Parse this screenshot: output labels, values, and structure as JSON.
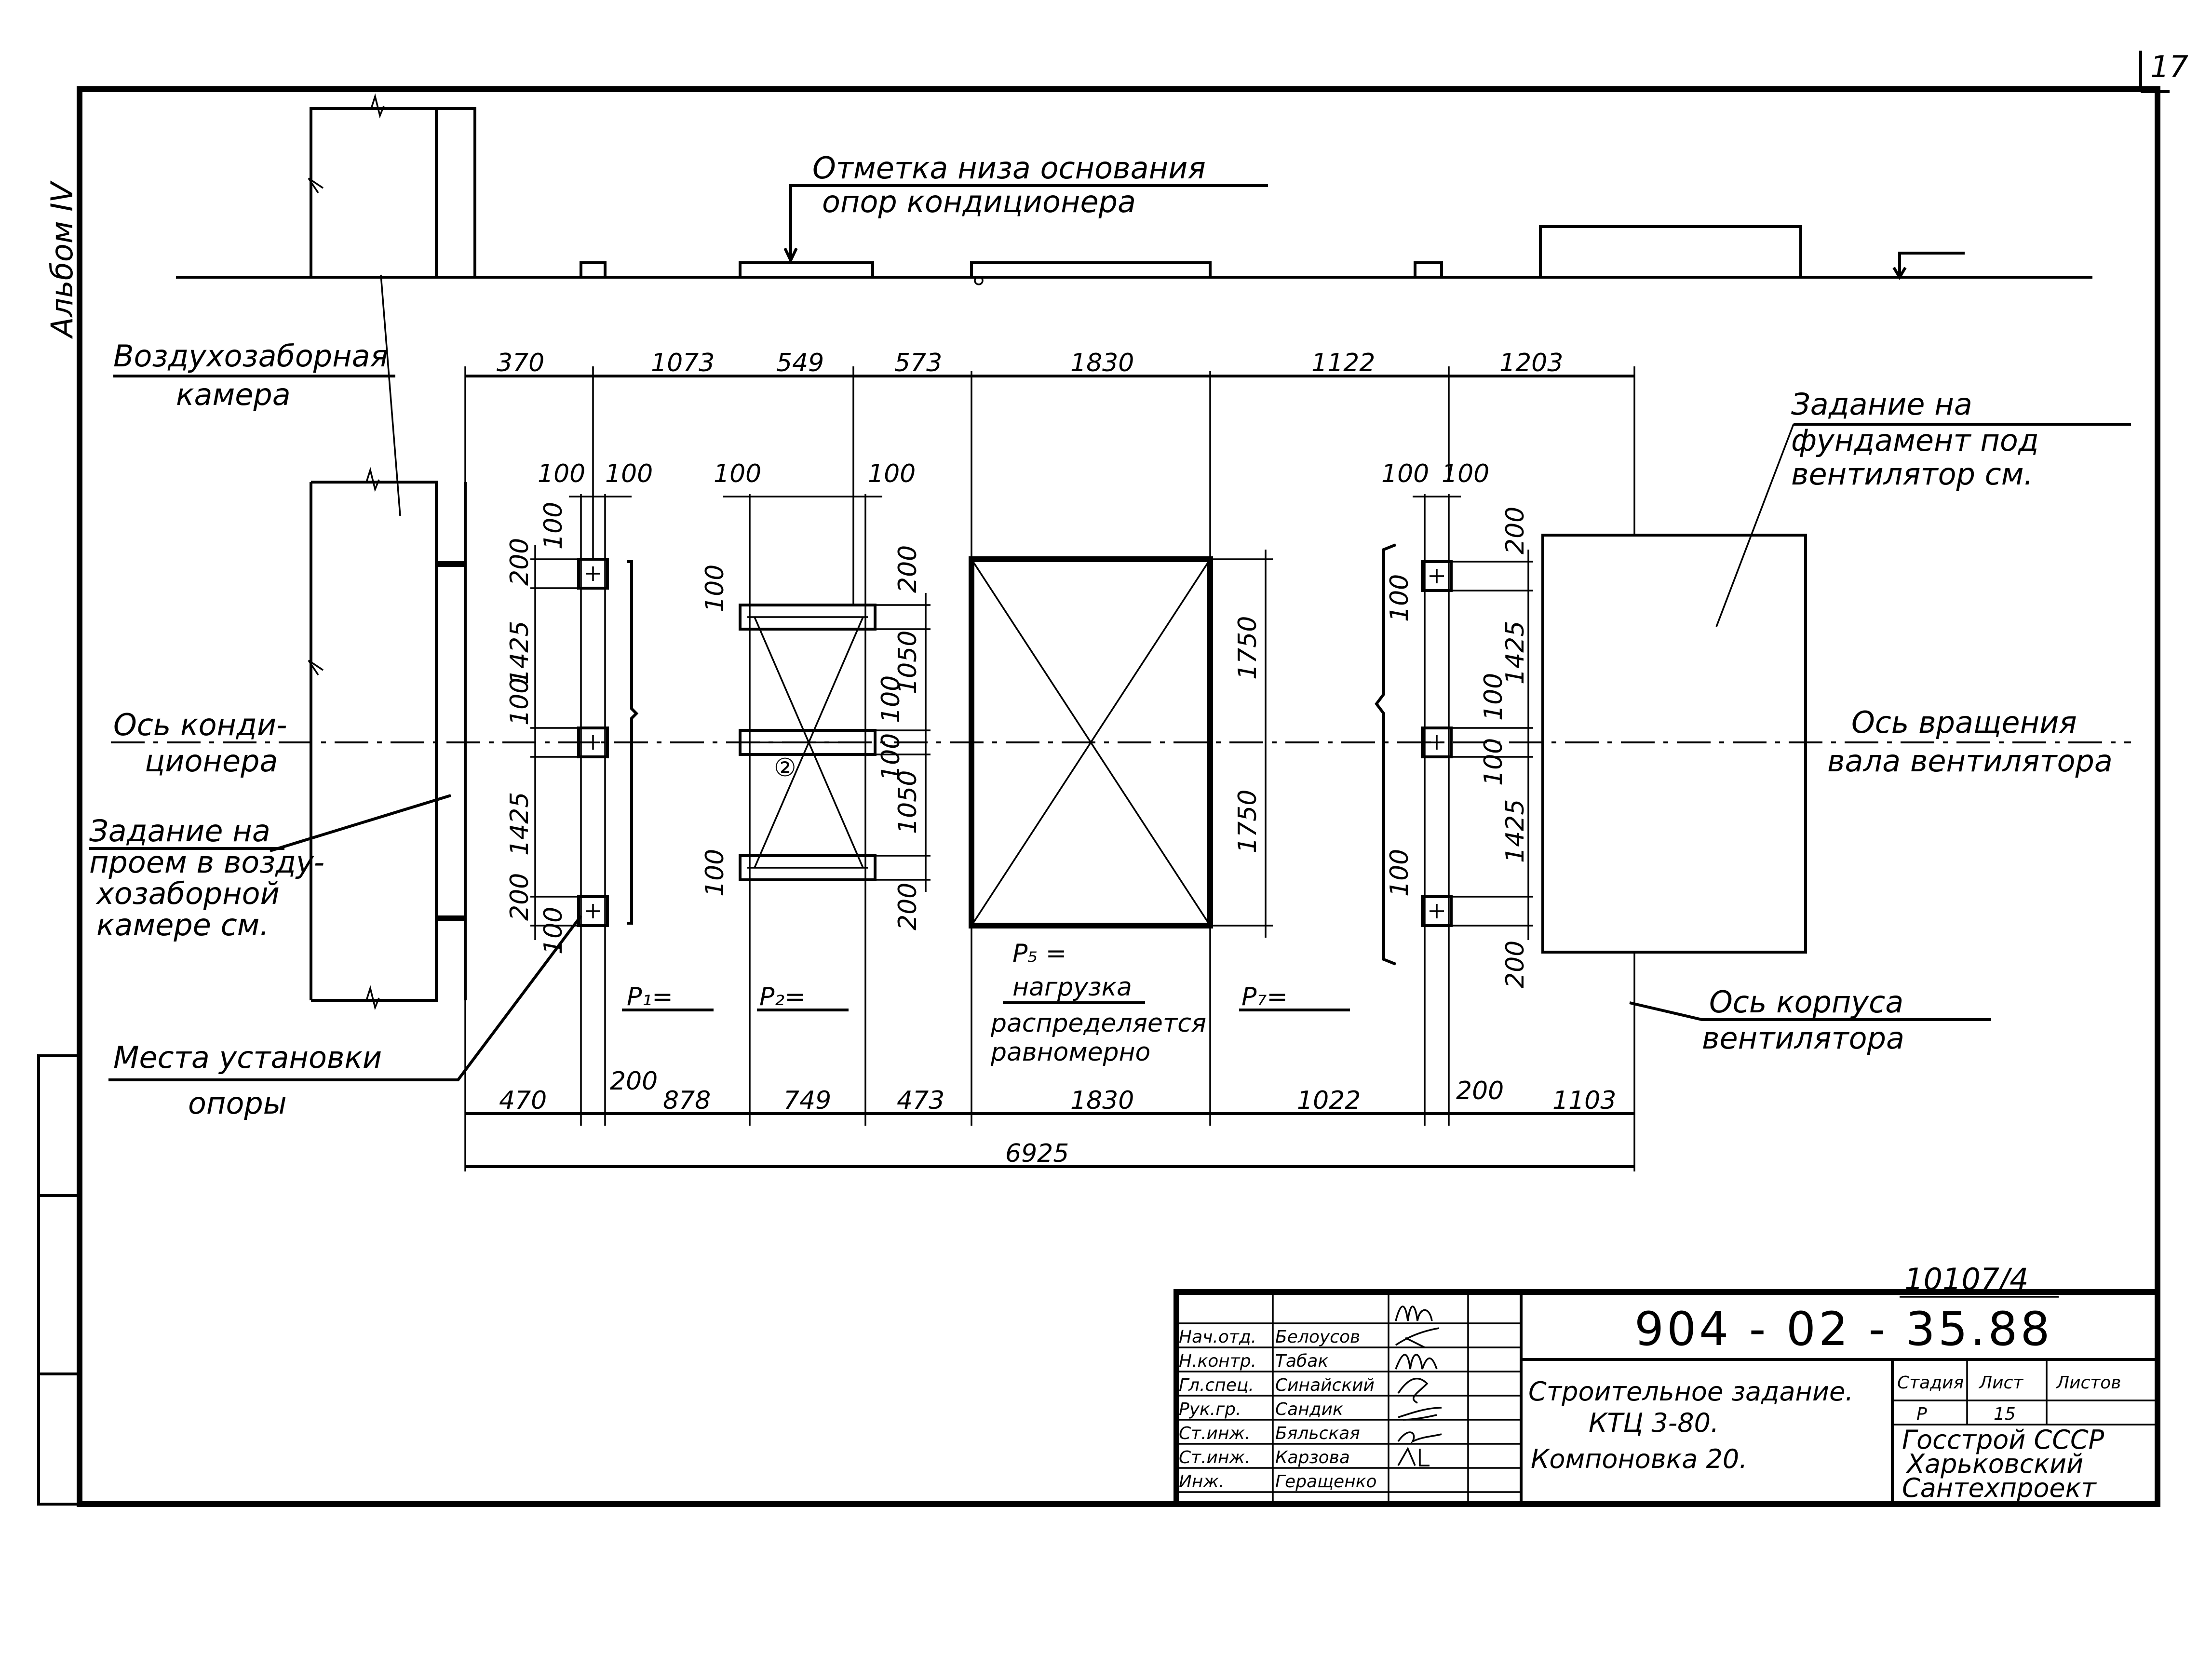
{
  "page": {
    "sheet_number": "17",
    "album_label": "Альбом IV",
    "inventory_number": "10107/4"
  },
  "labels": {
    "level_note_line1": "Отметка низа основания",
    "level_note_line2": "опор кондиционера",
    "air_intake_line1": "Воздухозаборная",
    "air_intake_line2": "камера",
    "axis_conditioner_line1": "Ось конди-",
    "axis_conditioner_line2": "ционера",
    "opening_task_line1": "Задание на",
    "opening_task_line2": "проем в возду-",
    "opening_task_line3": "хозаборной",
    "opening_task_line4": "камере см.",
    "support_places_line1": "Места установки",
    "support_places_line2": "опоры",
    "fan_foundation_line1": "Задание на",
    "fan_foundation_line2": "фундамент под",
    "fan_foundation_line3": "вентилятор см.",
    "fan_axis_line1": "Ось вращения",
    "fan_axis_line2": "вала вентилятора",
    "fan_body_axis_line1": "Ось корпуса",
    "fan_body_axis_line2": "вентилятора",
    "p1": "P₁=",
    "p2": "P₂=",
    "p5_line1": "P₅ =",
    "p5_line2": "нагрузка",
    "p5_line3": "распределяется",
    "p5_line4": "равномерно",
    "p7": "P₇=",
    "small_mark": "②"
  },
  "dimensions": {
    "top": [
      "370",
      "1073",
      "549",
      "573",
      "1830",
      "1122",
      "1203"
    ],
    "bottom": [
      "470",
      "200",
      "878",
      "749",
      "473",
      "1830",
      "1022",
      "200",
      "1103"
    ],
    "total": "6925",
    "offset_100": "100",
    "v_200": "200",
    "v_1425": "1425",
    "v_1050": "1050",
    "v_1750": "1750"
  },
  "title_block": {
    "code": "904 - 02 - 35.88",
    "title_line1": "Строительное задание.",
    "title_line2": "КТЦ 3-80.",
    "title_line3": "Компоновка 20.",
    "stage_header": "Стадия",
    "sheet_header": "Лист",
    "sheets_header": "Листов",
    "stage_value": "Р",
    "sheet_value": "15",
    "sheets_value": "",
    "org_line1": "Госстрой СССР",
    "org_line2": "Харьковский",
    "org_line3": "Сантехпроект",
    "roles": [
      {
        "role": "Нач.отд.",
        "name": "Белоусов"
      },
      {
        "role": "Н.контр.",
        "name": "Табак"
      },
      {
        "role": "Гл.спец.",
        "name": "Синайский"
      },
      {
        "role": "Рук.гр.",
        "name": "Сандик"
      },
      {
        "role": "Ст.инж.",
        "name": "Бяльская"
      },
      {
        "role": "Ст.инж.",
        "name": "Карзова"
      },
      {
        "role": "Инж.",
        "name": "Геращенко"
      }
    ]
  }
}
